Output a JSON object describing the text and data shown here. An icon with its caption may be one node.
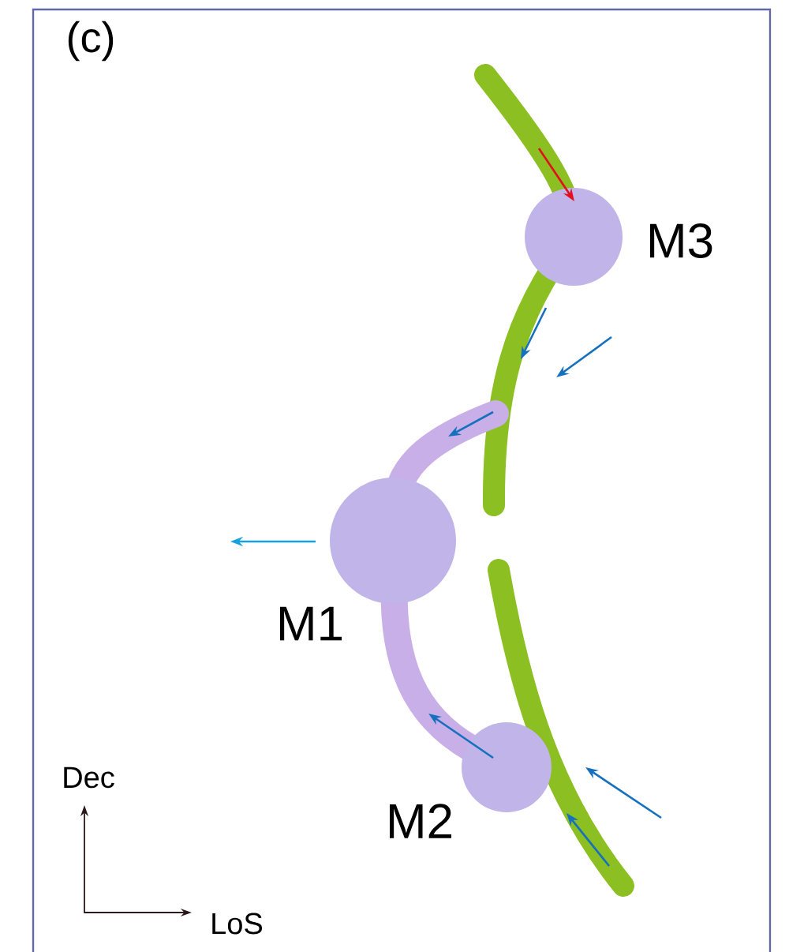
{
  "diagram": {
    "nodes": [
      {
        "text": [],
        "shape": "circle",
        "beside": [
          "M3"
        ]
      },
      {
        "text": [],
        "shape": "circle",
        "beside": [
          "M1"
        ]
      },
      {
        "text": [],
        "shape": "circle",
        "beside": [
          "M2"
        ]
      }
    ],
    "labels": [
      "(c)",
      "Dec",
      "LoS"
    ]
  }
}
